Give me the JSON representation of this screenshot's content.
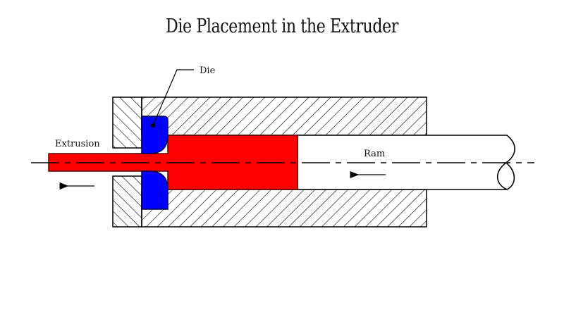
{
  "title": "Die Placement in the Extruder",
  "labels": {
    "die": "Die",
    "extrusion": "Extrusion",
    "ram": "Ram"
  },
  "colors": {
    "billet": "#ff0000",
    "die": "#0000ff",
    "outline": "#000000",
    "background": "#ffffff"
  },
  "arrows": {
    "extrusion_direction": "left",
    "ram_direction": "left"
  }
}
